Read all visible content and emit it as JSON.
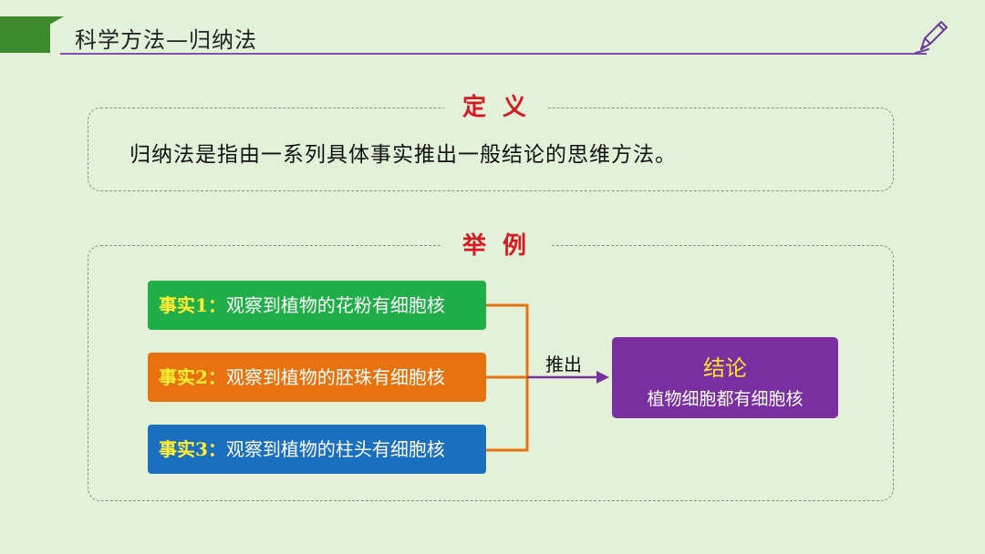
{
  "header": {
    "title": "科学方法—归纳法"
  },
  "definition": {
    "heading": "定义",
    "text": "归纳法是指由一系列具体事实推出一般结论的思维方法。"
  },
  "example": {
    "heading": "举例",
    "facts": [
      {
        "label": "事实1：",
        "text": "观察到植物的花粉有细胞核",
        "color": "#1fae48"
      },
      {
        "label": "事实2：",
        "text": "观察到植物的胚珠有细胞核",
        "color": "#e8720f"
      },
      {
        "label": "事实3：",
        "text": "观察到植物的柱头有细胞核",
        "color": "#1b6fbf"
      }
    ],
    "arrow_label": "推出",
    "conclusion": {
      "title": "结论",
      "text": "植物细胞都有细胞核"
    }
  },
  "colors": {
    "accent_line": "#7b4fa8",
    "header_band": "#3d8a2e",
    "heading_red": "#d81921",
    "connector": "#e8720f",
    "conclusion_bg": "#7a2fa0"
  },
  "icons": [
    "pen-icon"
  ]
}
